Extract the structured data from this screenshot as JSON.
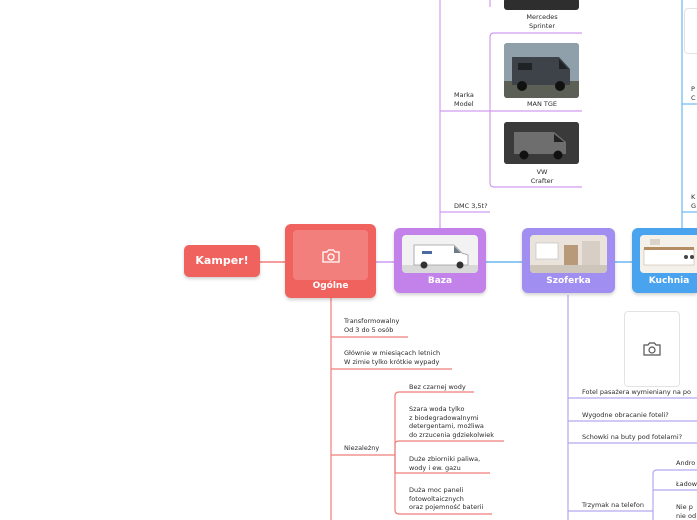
{
  "root": {
    "label": "Kamper!"
  },
  "main_nodes": {
    "ogolne": {
      "label": "Ogólne"
    },
    "baza": {
      "label": "Baza"
    },
    "szoferka": {
      "label": "Szoferka"
    },
    "kuchnia": {
      "label": "Kuchnia"
    }
  },
  "baza_branch": {
    "marka_model": "Marka\nModel",
    "dmc": "DMC 3,5t?",
    "vehicles": [
      "Mercedes\nSprinter",
      "MAN TGE",
      "VW\nCrafter"
    ]
  },
  "ogolne_branch": {
    "items": [
      "Transformowalny\nOd 3 do 5 osób",
      "Głównie w miesiącach letnich\nW zimie tylko krótkie wypady"
    ],
    "niezalezny": "Niezależny",
    "niezalezny_items": [
      "Bez czarnej wody",
      "Szara woda tylko\nz biodegradowalnymi\ndetergentami, możliwa\ndo zrzucenia gdziekolwiek",
      "Duże zbiorniki paliwa,\nwody i ew. gazu",
      "Duża moc paneli\nfotowoltaicznych\noraz pojemność baterii"
    ]
  },
  "szoferka_branch": {
    "items": [
      "Fotel pasażera wymieniany na po",
      "Wygodne obracanie foteli?",
      "Schowki na buty pod fotelami?"
    ],
    "trzymak": "Trzymak na telefon",
    "trzymak_items": [
      "Andro",
      "Ładow",
      "Nie p\nnie od"
    ]
  },
  "right_edge": {
    "p_fragment": "P\nC",
    "k_fragment": "K\nG"
  },
  "colors": {
    "root": "#f0625e",
    "ogolne": "#f0625e",
    "baza": "#c381ea",
    "szoferka": "#a08ef0",
    "kuchnia": "#4aa3ee",
    "line_ogolne": "#f07d7a",
    "line_baza": "#cf9cf0",
    "line_szoferka": "#b6a7f3",
    "line_kuchnia": "#6cb6f1"
  },
  "icons": [
    "camera-icon",
    "van-image",
    "cab-interior-image",
    "kitchen-image"
  ]
}
